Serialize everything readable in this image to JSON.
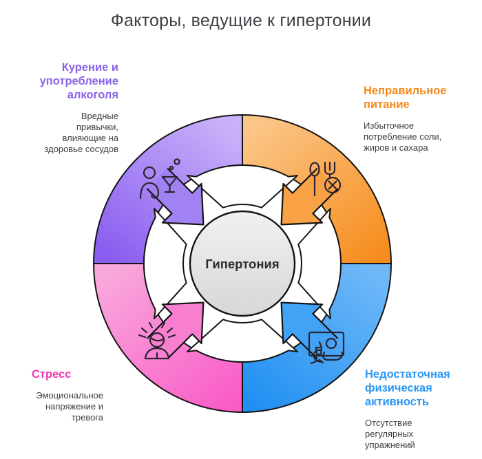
{
  "title": "Факторы, ведущие к гипертонии",
  "center_label": "Гипертония",
  "colors": {
    "background": "#ffffff",
    "outline": "#141414",
    "icon_stroke": "#2b2330",
    "title_text": "#3e3e44",
    "body_text": "#3e3e44",
    "center_text": "#2d2d33",
    "center_top": "#f1f1f1",
    "center_bottom": "#d7d7d7",
    "purple_light": "#c9b1f9",
    "purple_dark": "#8a5ef0",
    "purple_arrow": "#a182f3",
    "purple_heading": "#8a63e8",
    "orange_light": "#fbc586",
    "orange_dark": "#f68c1c",
    "orange_arrow": "#f9a145",
    "orange_heading": "#f5881d",
    "pink_light": "#f9a8dc",
    "pink_dark": "#f95cc7",
    "pink_arrow": "#f87fd0",
    "pink_heading": "#ef35b2",
    "blue_light": "#6fb8f8",
    "blue_dark": "#2190f2",
    "blue_arrow": "#42a2f5",
    "blue_heading": "#2b97f4"
  },
  "factors": [
    {
      "id": "smoking-alcohol",
      "icon": "alcohol-icon",
      "heading": "Курение и\nупотребление\nалкоголя",
      "description": "Вредные\nпривычки,\nвлияющие на\nздоровье сосудов"
    },
    {
      "id": "nutrition",
      "icon": "food-icon",
      "heading": "Неправильное\nпитание",
      "description": "Избыточное\nпотребление соли,\nжиров и сахара"
    },
    {
      "id": "stress",
      "icon": "stress-icon",
      "heading": "Стресс",
      "description": "Эмоциональное\nнапряжение и\nтревога"
    },
    {
      "id": "inactivity",
      "icon": "sedentary-icon",
      "heading": "Недостаточная\nфизическая\nактивность",
      "description": "Отсутствие\nрегулярных\nупражнений"
    }
  ]
}
